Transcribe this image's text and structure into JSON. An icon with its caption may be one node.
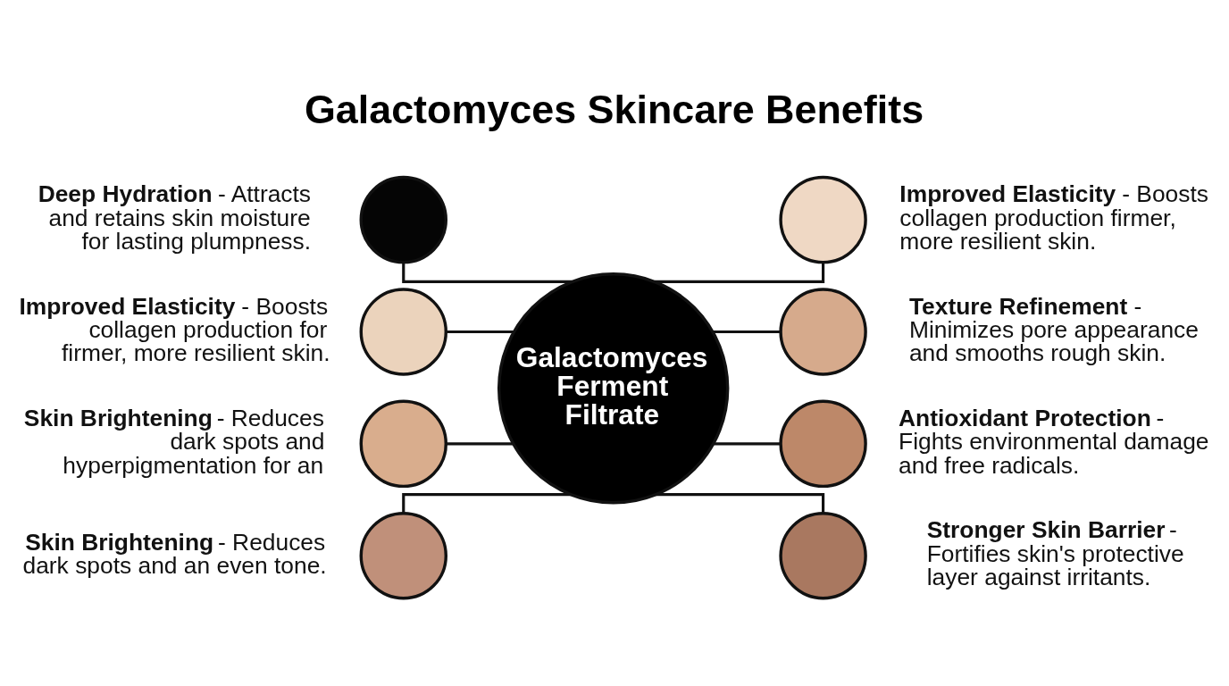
{
  "diagram": {
    "title": "Galactomyces Skincare Benefits",
    "nodes": [
      {
        "text": [
          "Galactomyces Ferment Filtrate"
        ]
      },
      {
        "text": [],
        "shape": "circle",
        "beside": [
          "**Deep Hydration** - Attracts and retains skin moisture for lasting plumpness."
        ]
      },
      {
        "text": [],
        "shape": "circle",
        "beside": [
          "**Improved Elasticity** - Boosts collagen production for firmer, more resilient skin."
        ]
      },
      {
        "text": [],
        "shape": "circle",
        "beside": [
          "**Skin Brightening** - Reduces dark spots and hyperpigmentation for an"
        ]
      },
      {
        "text": [],
        "shape": "circle",
        "beside": [
          "**Skin Brightening** - Reduces dark spots and an even tone."
        ]
      },
      {
        "text": [],
        "shape": "circle",
        "beside": [
          "**Improved Elasticity** - Boosts collagen production firmer, more resilient skin."
        ]
      },
      {
        "text": [],
        "shape": "circle",
        "beside": [
          "**Texture Refinement** - Minimizes pore appearance and smooths rough skin."
        ]
      },
      {
        "text": [],
        "shape": "circle",
        "beside": [
          "**Antioxidant Protection** - Fights environmental damage and free radicals."
        ]
      },
      {
        "text": [],
        "shape": "circle",
        "beside": [
          "**Stronger Skin Barrier** - Fortifies skin's protective layer against irritants."
        ]
      }
    ],
    "edges": [
      {
        "from": 1,
        "to": 0,
        "arrow": "none"
      },
      {
        "from": 2,
        "to": 0,
        "arrow": "none"
      },
      {
        "from": 3,
        "to": 0,
        "arrow": "none"
      },
      {
        "from": 4,
        "to": 0,
        "arrow": "none"
      },
      {
        "from": 0,
        "to": 5,
        "arrow": "none"
      },
      {
        "from": 0,
        "to": 6,
        "arrow": "none"
      },
      {
        "from": 0,
        "to": 7,
        "arrow": "none"
      },
      {
        "from": 0,
        "to": 8,
        "arrow": "none"
      }
    ]
  }
}
